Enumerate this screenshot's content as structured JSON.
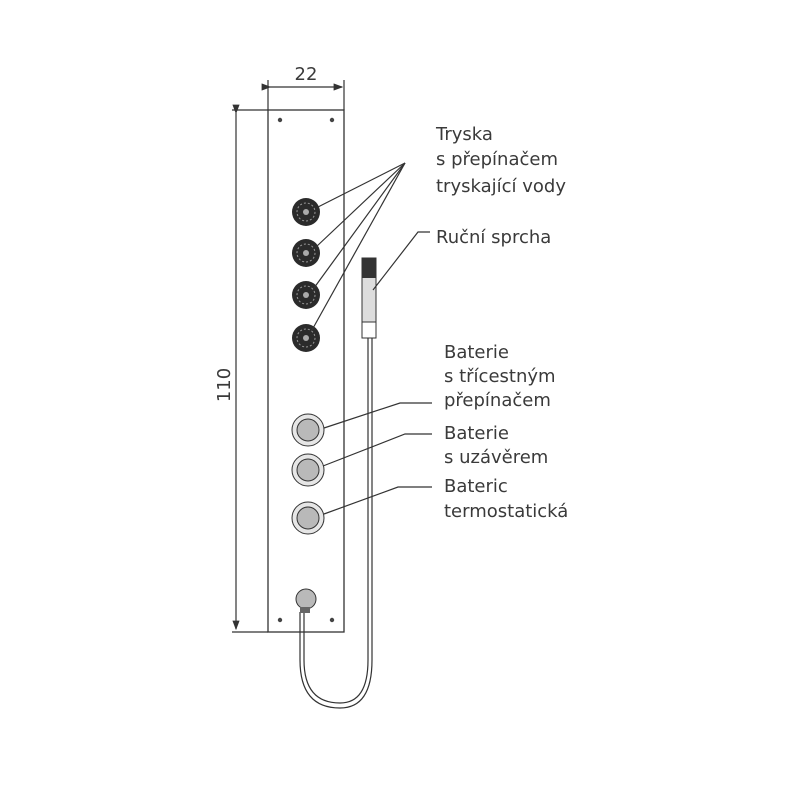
{
  "dimensions": {
    "width_label": "22",
    "height_label": "110"
  },
  "labels": {
    "jet": [
      "Tryska",
      "s přepínačem",
      "tryskající vody"
    ],
    "hand_shower": [
      "Ruční sprcha"
    ],
    "three_way_mixer": [
      "Baterie",
      "s třícestným",
      "přepínačem"
    ],
    "shutoff_mixer": [
      "Baterie",
      "s uzávěrem"
    ],
    "thermostatic_mixer": [
      "Bateric",
      "termostatická"
    ]
  }
}
